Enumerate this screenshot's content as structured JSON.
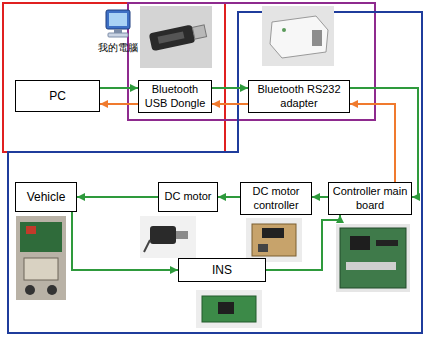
{
  "diagram": {
    "nodes": [
      {
        "text": [
          "PC"
        ]
      },
      {
        "text": [
          "Bluetooth USB Dongle"
        ]
      },
      {
        "text": [
          "Bluetooth RS232 adapter"
        ]
      },
      {
        "text": [
          "Vehicle"
        ]
      },
      {
        "text": [
          "DC motor"
        ]
      },
      {
        "text": [
          "DC motor controller"
        ]
      },
      {
        "text": [
          "Controller main board"
        ]
      },
      {
        "text": [
          "INS"
        ]
      }
    ],
    "edges": [
      {
        "from": 0,
        "to": 1,
        "arrow": "to"
      },
      {
        "from": 1,
        "to": 0,
        "arrow": "to"
      },
      {
        "from": 1,
        "to": 2,
        "arrow": "to"
      },
      {
        "from": 2,
        "to": 1,
        "arrow": "to"
      },
      {
        "from": 2,
        "to": 6,
        "arrow": "to"
      },
      {
        "from": 6,
        "to": 2,
        "arrow": "to"
      },
      {
        "from": 6,
        "to": 5,
        "arrow": "to"
      },
      {
        "from": 5,
        "to": 4,
        "arrow": "to"
      },
      {
        "from": 4,
        "to": 3,
        "arrow": "to"
      },
      {
        "from": 3,
        "to": 7,
        "arrow": "to"
      },
      {
        "from": 7,
        "to": 6,
        "arrow": "to"
      }
    ],
    "labels": [
      "我的電腦"
    ]
  }
}
